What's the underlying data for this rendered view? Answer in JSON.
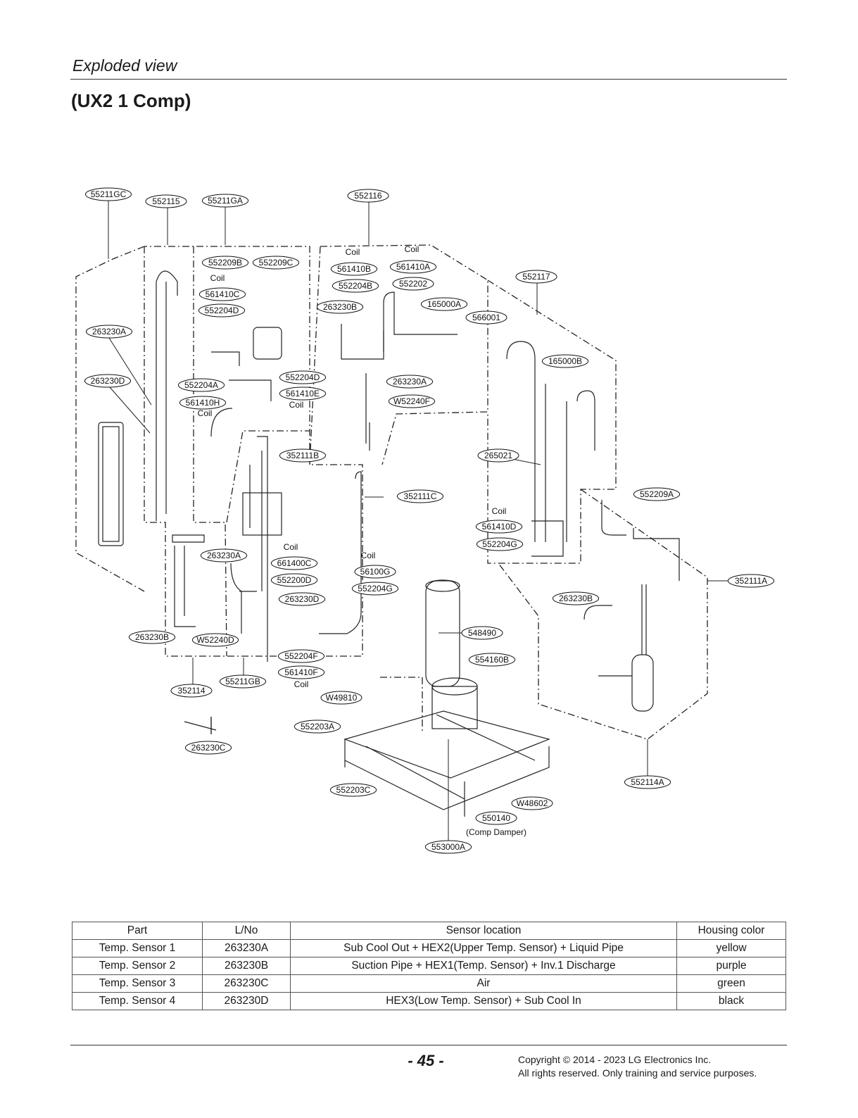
{
  "header": {
    "section_title": "Exploded view",
    "page_title": "(UX2 1 Comp)"
  },
  "diagram": {
    "labels": [
      "55211GC",
      "552115",
      "55211GA",
      "552116",
      "552209B",
      "552209C",
      "561410C",
      "552204D",
      "263230A",
      "263230D",
      "552204A",
      "561410H",
      "561410B",
      "561410A",
      "552204B",
      "552202",
      "263230B",
      "165000A",
      "566001",
      "552117",
      "552204D",
      "561410E",
      "263230A",
      "W52240F",
      "165000B",
      "352111B",
      "265021",
      "352111C",
      "552209A",
      "561410D",
      "552204G",
      "263230A",
      "661400C",
      "552200D",
      "263230D",
      "56100G",
      "552204G",
      "352111A",
      "263230B",
      "263230B",
      "W52240D",
      "548490",
      "554160B",
      "552204F",
      "561410F",
      "352114",
      "55211GB",
      "W49810",
      "552203A",
      "263230C",
      "552114A",
      "552203C",
      "W48602",
      "550140",
      "553000A"
    ],
    "coil_note": "Coil",
    "damper_note": "(Comp Damper)"
  },
  "sensor_table": {
    "headers": [
      "Part",
      "L/No",
      "Sensor location",
      "Housing color"
    ],
    "rows": [
      [
        "Temp. Sensor 1",
        "263230A",
        "Sub Cool Out + HEX2(Upper Temp. Sensor) + Liquid Pipe",
        "yellow"
      ],
      [
        "Temp. Sensor 2",
        "263230B",
        "Suction Pipe + HEX1(Temp. Sensor) + Inv.1  Discharge",
        "purple"
      ],
      [
        "Temp. Sensor 3",
        "263230C",
        "Air",
        "green"
      ],
      [
        "Temp. Sensor 4",
        "263230D",
        "HEX3(Low Temp. Sensor) + Sub Cool In",
        "black"
      ]
    ]
  },
  "footer": {
    "page_number": "- 45 -",
    "copyright_line1": "Copyright © 2014 - 2023 LG Electronics Inc.",
    "copyright_line2": "All rights reserved. Only training and service purposes."
  }
}
